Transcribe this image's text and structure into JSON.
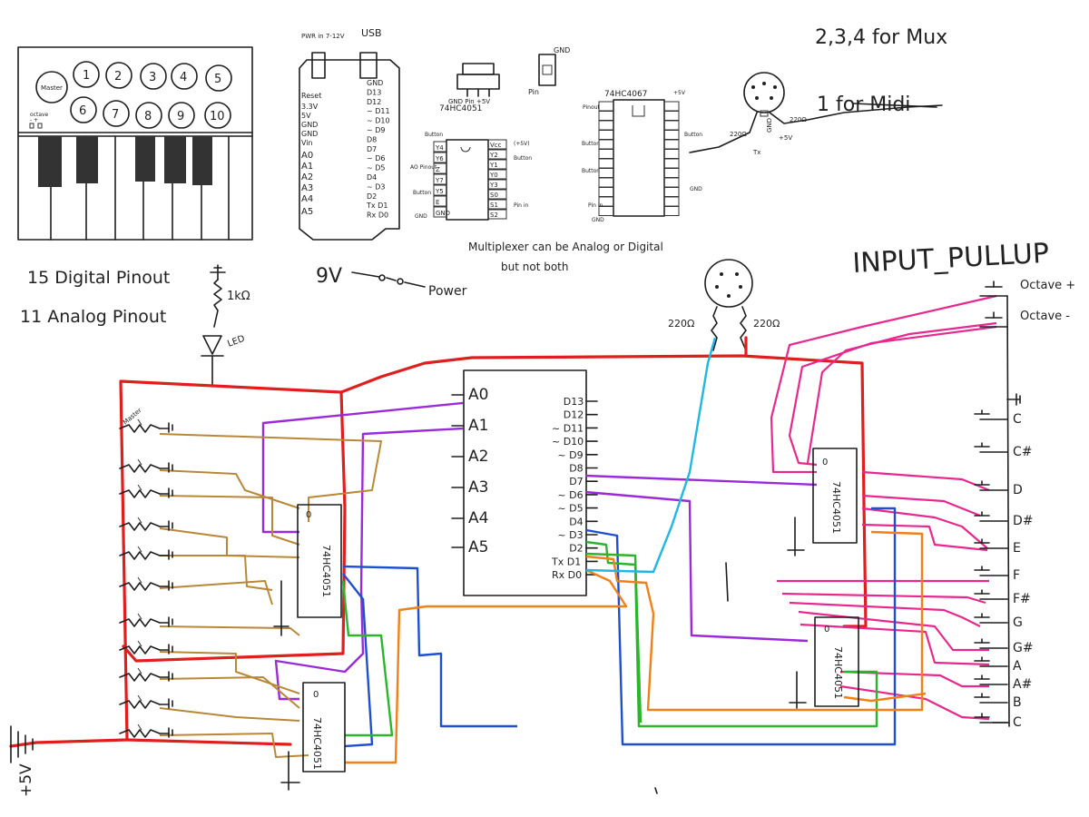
{
  "keyboard": {
    "master_label": "Master",
    "octave_labels": [
      "octave",
      "-  +"
    ],
    "knob_labels": [
      "1",
      "2",
      "3",
      "4",
      "5",
      "6",
      "7",
      "8",
      "9",
      "10"
    ]
  },
  "pinout_notes": {
    "digital": "15 Digital Pinout",
    "analog": "11 Analog Pinout"
  },
  "arduino_sketch": {
    "pwr_label": "PWR in\n7-12V",
    "usb_label": "USB",
    "left_pins": [
      "Reset",
      "3.3V",
      "5V",
      "GND",
      "GND",
      "Vin",
      "A0",
      "A1",
      "A2",
      "A3",
      "A4",
      "A5"
    ],
    "right_pins": [
      "GND",
      "D13",
      "D12",
      "~ D11",
      "~ D10",
      "~ D9",
      "D8",
      "D7",
      "~ D6",
      "~ D5",
      "D4",
      "~ D3",
      "D2",
      "Tx D1",
      "Rx D0"
    ]
  },
  "power_note": {
    "nine_v": "9V",
    "power": "Power"
  },
  "regulator": {
    "pins": "GND Pin +5V"
  },
  "button_sketch": {
    "gnd": "GND",
    "pin": "Pin"
  },
  "mux_4051": {
    "title": "74HC4051",
    "left_pins": [
      "Y4",
      "Y6",
      "Z",
      "Y7",
      "Y5",
      "E",
      "GND"
    ],
    "right_pins": [
      "Vcc",
      "Y2",
      "Y1",
      "Y0",
      "Y3",
      "S0",
      "S1",
      "S2"
    ],
    "left_labels": [
      "Button",
      "AO Pinout",
      "Button",
      "GND"
    ],
    "right_labels": [
      "(+5V)",
      "Button",
      "Pin in"
    ]
  },
  "mux_4067": {
    "title": "74HC4067",
    "top_right": "+5V",
    "labels": [
      "Pinout",
      "Button",
      "Button",
      "Pin in",
      "GND",
      "Button",
      "GND"
    ]
  },
  "mux_note": {
    "line1": "Multiplexer can be Analog or Digital",
    "line2": "but not both"
  },
  "midi_sketch": {
    "pins": [
      "GND",
      "220Ω",
      "220Ω",
      "+5V",
      "Tx"
    ],
    "note_mux": "2,3,4 for Mux",
    "note_midi": "1 for Midi"
  },
  "input_pullup": "INPUT_PULLUP",
  "main": {
    "resistor": "1kΩ",
    "led": "LED",
    "master_pot": "Master",
    "arduino_left_pins": [
      "A0",
      "A1",
      "A2",
      "A3",
      "A4",
      "A5"
    ],
    "arduino_right_pins": [
      "D13",
      "D12",
      "~ D11",
      "~ D10",
      "~ D9",
      "D8",
      "D7",
      "~ D6",
      "~ D5",
      "D4",
      "~ D3",
      "D2",
      "Tx D1",
      "Rx D0"
    ],
    "midi_resistors": [
      "220Ω",
      "220Ω"
    ],
    "mux_chip_label": "74HC4051",
    "mux_chip_pin0": "0",
    "octave_buttons": [
      "Octave +",
      "Octave -"
    ],
    "note_buttons": [
      "C",
      "C#",
      "D",
      "D#",
      "E",
      "F",
      "F#",
      "G",
      "G#",
      "A",
      "A#",
      "B",
      "C"
    ],
    "supply_label": "+5V"
  }
}
